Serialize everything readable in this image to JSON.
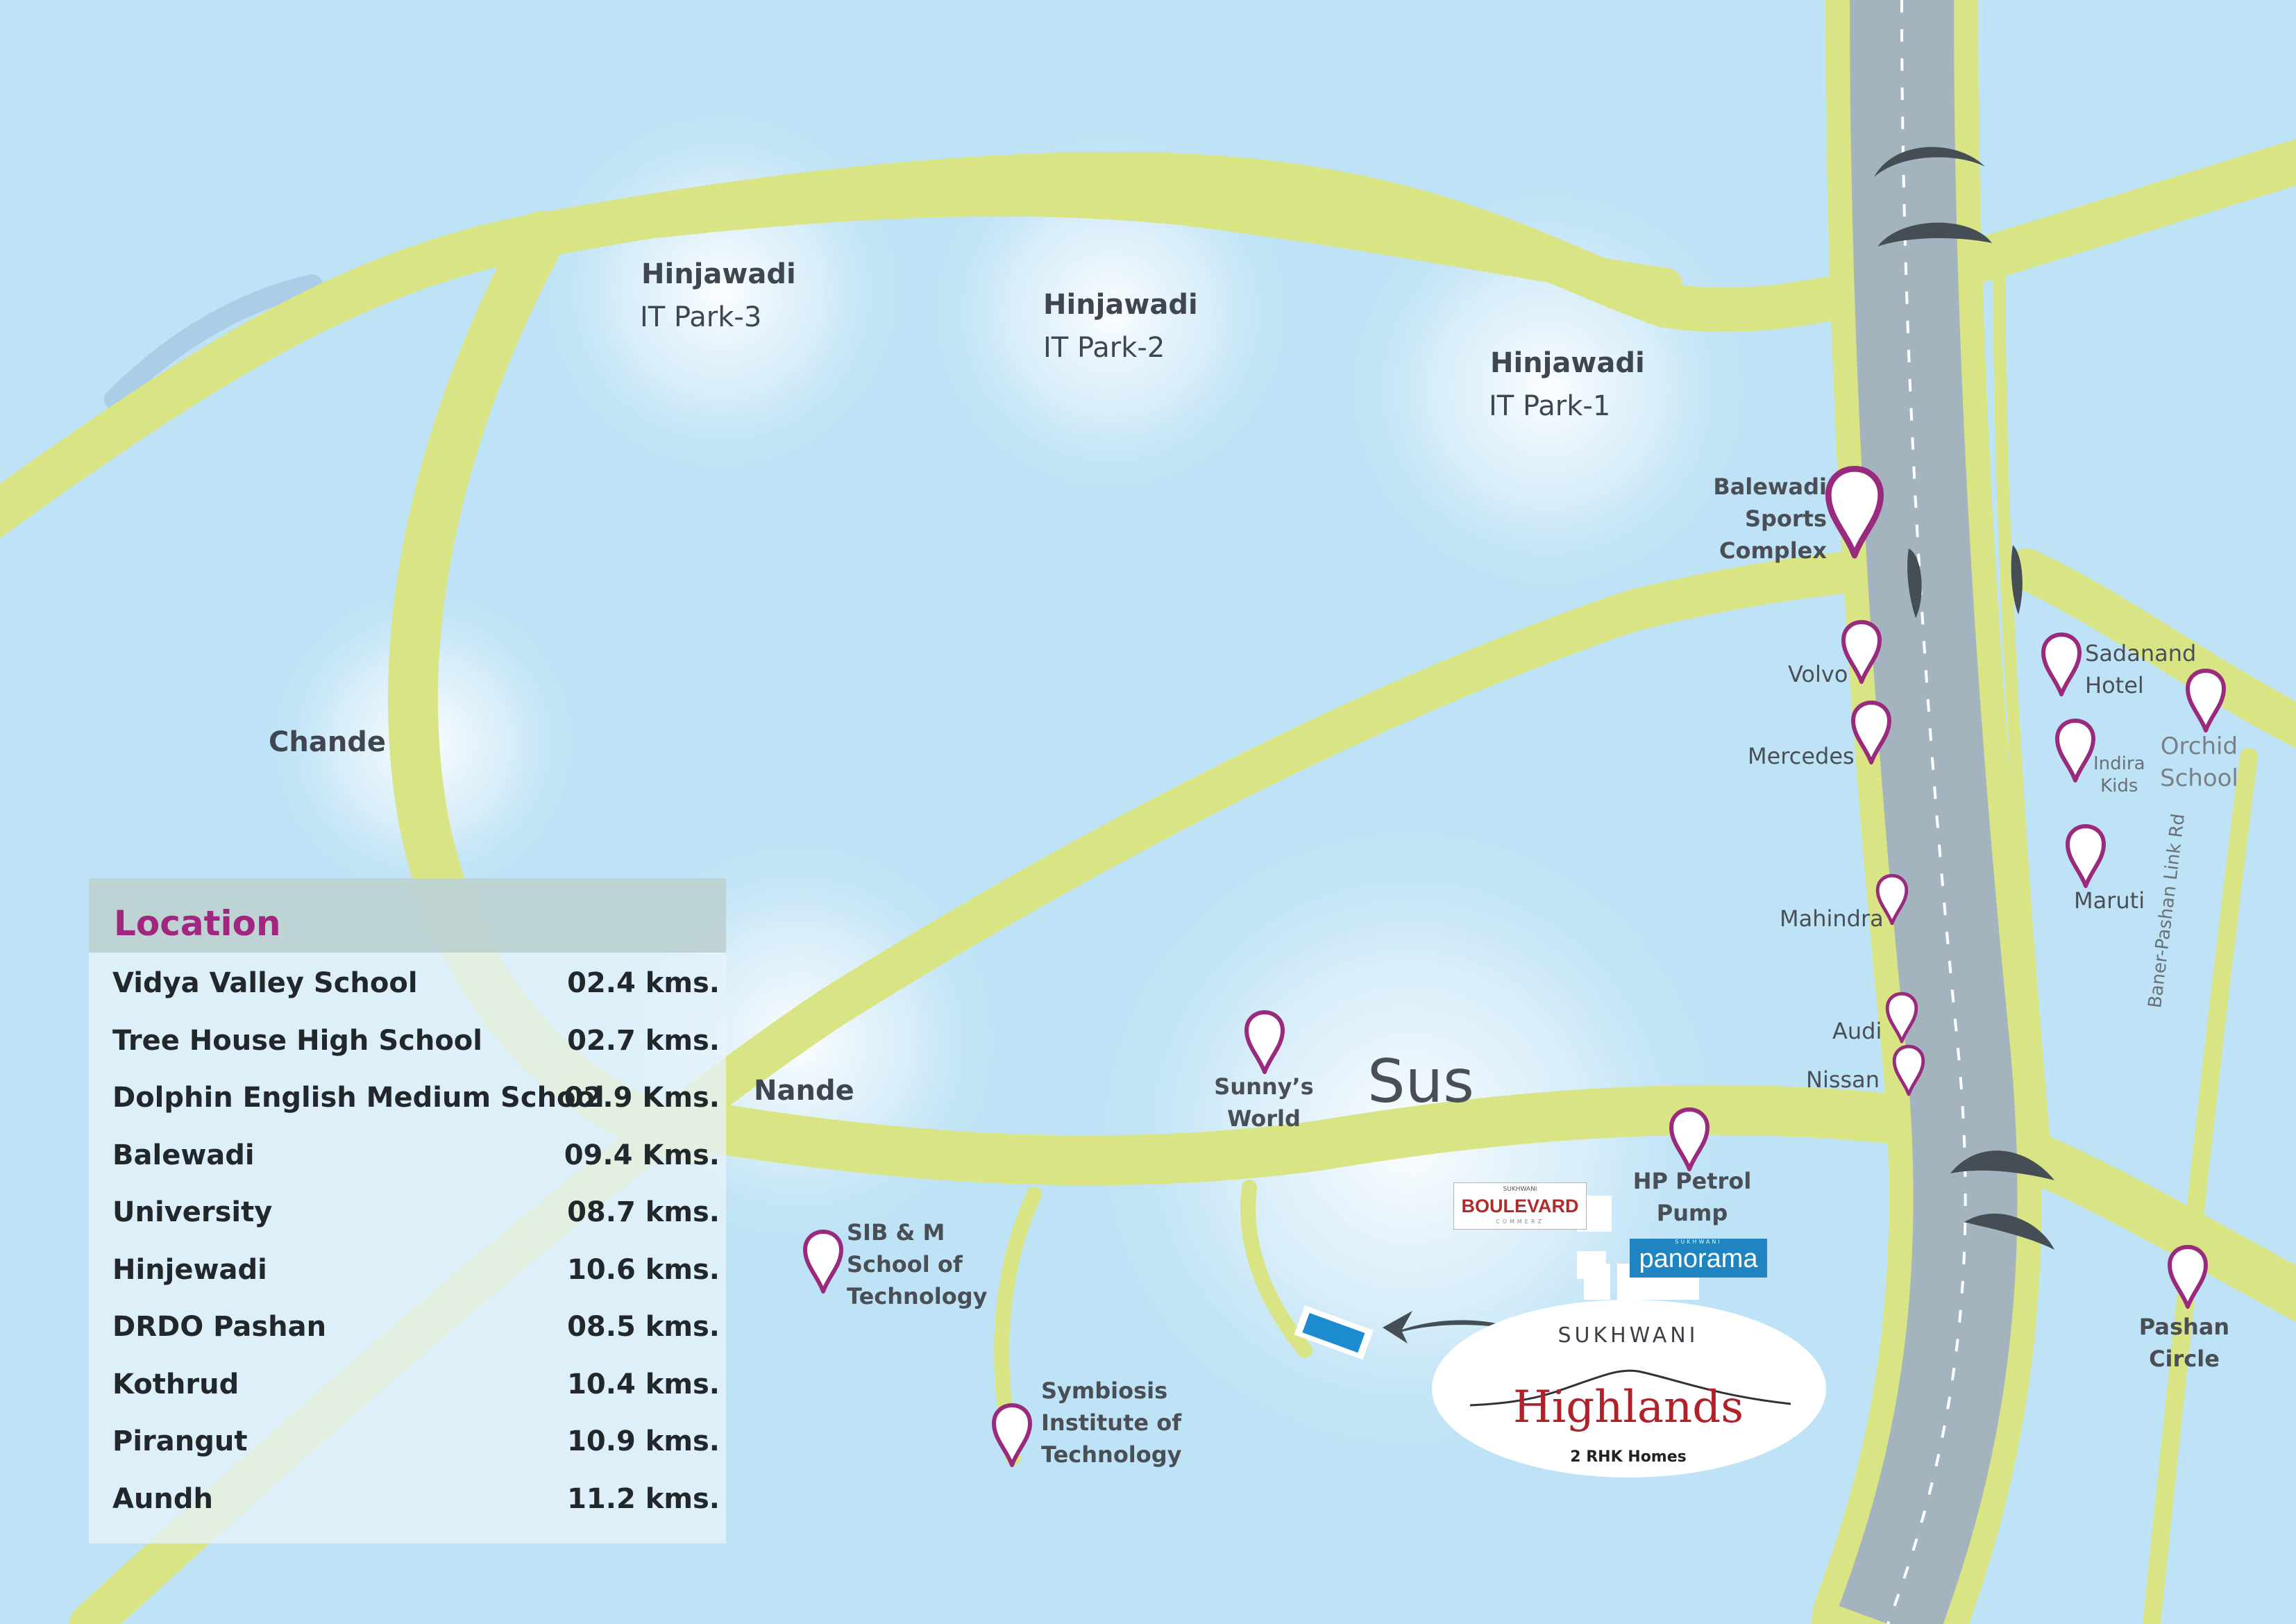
{
  "areas": {
    "itpark3": {
      "name": "Hinjawadi",
      "sub": "IT Park-3"
    },
    "itpark2": {
      "name": "Hinjawadi",
      "sub": "IT Park-2"
    },
    "itpark1": {
      "name": "Hinjawadi",
      "sub": "IT Park-1"
    },
    "chande": "Chande",
    "nande": "Nande",
    "sus": "Sus"
  },
  "pois": {
    "balewadi_sports": [
      "Balewadi",
      "Sports",
      "Complex"
    ],
    "volvo": "Volvo",
    "mercedes": "Mercedes",
    "mahindra": "Mahindra",
    "audi": "Audi",
    "nissan": "Nissan",
    "sadanand": [
      "Sadanand",
      "Hotel"
    ],
    "indira": [
      "Indira",
      "Kids"
    ],
    "orchid": [
      "Orchid",
      "School"
    ],
    "maruti": "Maruti",
    "pashan_circle": [
      "Pashan",
      "Circle"
    ],
    "hp_petrol": [
      "HP Petrol",
      "Pump"
    ],
    "sunnys_world": [
      "Sunny’s",
      "World"
    ],
    "sibm": [
      "SIB & M",
      "School of",
      "Technology"
    ],
    "symbiosis": [
      "Symbiosis",
      "Institute of",
      "Technology"
    ]
  },
  "roads": {
    "baner_pashan": "Baner-Pashan Link Rd"
  },
  "brands": {
    "boulevard": {
      "top": "SUKHWANI",
      "name": "BOULEVARD",
      "sub": "COMMERZ"
    },
    "panorama": {
      "top": "SUKHWANI",
      "name": "panorama"
    },
    "highlands": {
      "top": "SUKHWANI",
      "name": "Highlands",
      "sub": "2 RHK Homes"
    }
  },
  "legend": {
    "title": "Location",
    "rows": [
      {
        "place": "Vidya Valley School",
        "distance": "02.4 kms."
      },
      {
        "place": "Tree House High School",
        "distance": "02.7 kms."
      },
      {
        "place": "Dolphin English Medium School",
        "distance": "02.9 Kms."
      },
      {
        "place": "Balewadi",
        "distance": "09.4 Kms."
      },
      {
        "place": "University",
        "distance": "08.7 kms."
      },
      {
        "place": "Hinjewadi",
        "distance": "10.6 kms."
      },
      {
        "place": "DRDO Pashan",
        "distance": "08.5 kms."
      },
      {
        "place": "Kothrud",
        "distance": "10.4 kms."
      },
      {
        "place": "Pirangut",
        "distance": "10.9 kms."
      },
      {
        "place": "Aundh",
        "distance": "11.2 kms."
      }
    ]
  },
  "colors": {
    "sky": "#bfe3f6",
    "road": "#d9e484",
    "highway": "#a3b4bf",
    "pin": "#9a2a7e",
    "legend_title": "#a2267f",
    "bridge": "#454d55",
    "brand_red": "#b0222a",
    "panorama_blue": "#1f84bf"
  },
  "icons": {
    "pin": "location-pin-icon",
    "arrow": "direction-arrow-icon",
    "building": "project-building-icon"
  }
}
